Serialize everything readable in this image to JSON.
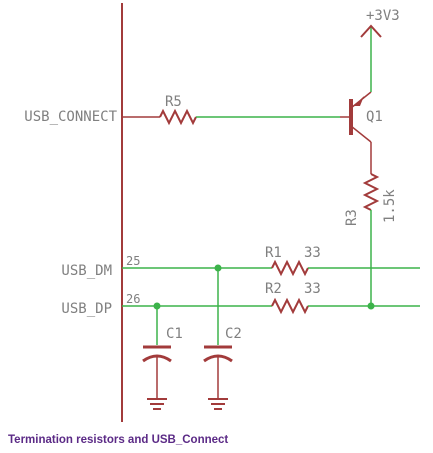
{
  "net_labels": {
    "usb_connect": "USB_CONNECT",
    "usb_dm": "USB_DM",
    "usb_dp": "USB_DP",
    "supply": "+3V3"
  },
  "pins": {
    "dm": "25",
    "dp": "26"
  },
  "components": {
    "r5": "R5",
    "q1": "Q1",
    "r3": "R3",
    "r3_value": "1.5k",
    "r1": "R1",
    "r1_value": "33",
    "r2": "R2",
    "r2_value": "33",
    "c1": "C1",
    "c2": "C2"
  },
  "caption": "Termination resistors and USB_Connect",
  "colors": {
    "wire": "#3cb34a",
    "symbol": "#a23b3b",
    "label": "#808080",
    "caption": "#5b2a86"
  }
}
